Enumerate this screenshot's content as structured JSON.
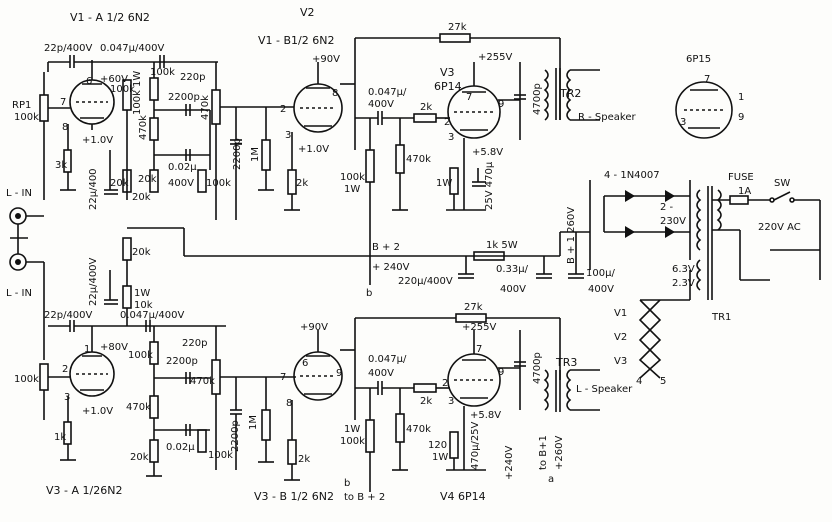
{
  "titles": {
    "v1a": "V1 - A 1/2 6N2",
    "v2": "V2",
    "v2b": "V1 - B1/2 6N2",
    "v3": "V3",
    "v3type": "6P14",
    "v6p15": "6P15",
    "v3a": "V3 - A 1/26N2",
    "v3b": "V3 - B 1/2 6N2",
    "v4": "V4 6P14"
  },
  "inputs": {
    "rp1": "RP1",
    "rp1val": "100k",
    "l_in": "L - IN",
    "r_in": "L - IN"
  },
  "top": {
    "c1": "22p/400V",
    "c2": "0.047µ/400V",
    "v60": "+60V",
    "v90": "+90V",
    "v255": "+255V",
    "r27k": "27k",
    "r100k1": "100k",
    "r100k1w": "100k 1W",
    "r470k": "470k",
    "c220p": "220p",
    "c2200p": "2200p",
    "c002": "0.02µ",
    "r20k": "20k",
    "c400v": "400V",
    "r470k2": "470k",
    "c2200p2": "2200p",
    "r100k2": "100k",
    "r1m": "1M",
    "r2k": "2k",
    "v10": "+1.0V",
    "c0047b": "0.047µ/",
    "c400vb": "400V",
    "r2k2": "2k",
    "r470k3": "470k",
    "v58": "+5.8V",
    "r1w": "1W",
    "r100k3": "100k",
    "r1w2": "1W",
    "c25v": "25V 470µ",
    "c4700p": "4700p",
    "tr2": "TR2",
    "rspk": "R - Speaker",
    "r3k": "3k",
    "c22_400": "22µ/400",
    "v10a": "+1.0V",
    "r20k2": "20k",
    "r20k3": "20k"
  },
  "power": {
    "diodes": "4 - 1N4007",
    "fuse": "FUSE",
    "fuse_val": "1A",
    "sw": "SW",
    "ac": "220V AC",
    "sec": "2 -",
    "sec_v": "230V",
    "b1": "B + 1 260V",
    "b2": "B + 2",
    "b2v": "+ 240V",
    "r1k": "1k   5W",
    "c220": "220µ/400V",
    "c033": "0.33µ/",
    "c033v": "400V",
    "c100": "100µ/",
    "c100v": "400V",
    "h1": "6.3V",
    "h2": "2.3V",
    "tr1": "TR1",
    "v1": "V1",
    "v2": "V2",
    "v3": "V3",
    "n4": "4",
    "n5": "5"
  },
  "bottom": {
    "c22": "22p/400V",
    "c0047": "0.047µ/400V",
    "v80": "+80V",
    "v90": "+90V",
    "v255": "+255V",
    "r27k": "27k",
    "r100k": "100k",
    "r100kb": "100k",
    "c2200p": "2200p",
    "c220p": "220p",
    "r470k": "470k",
    "r470kb": "470k",
    "r20k": "20k",
    "c002": "0.02µ",
    "c2200p2": "2200p",
    "r100k2": "100k",
    "r1m": "1M",
    "r2k": "2k",
    "r1w": "1W",
    "r100k3": "100k",
    "c0047b": "0.047µ/",
    "c400v": "400V",
    "r2k2": "2k",
    "r470k3": "470k",
    "v58": "+5.8V",
    "r120": "120",
    "r1w2": "1W",
    "c470": "470µ/25V",
    "v240": "+240V",
    "c4700p": "4700p",
    "tr3": "TR3",
    "lspk": "L - Speaker",
    "tob1": "to B+1",
    "v260": "+260V",
    "v10": "+1.0V",
    "r1k": "1k",
    "c22u": "22µ/400V",
    "r1w3": "1W",
    "r10k": "10k",
    "r20k2": "20k",
    "tob2": "to B + 2",
    "b": "b",
    "a": "a"
  },
  "pins": {
    "p1": "1",
    "p2": "2",
    "p3": "3",
    "p6": "6",
    "p7": "7",
    "p8": "8",
    "p9": "9"
  }
}
